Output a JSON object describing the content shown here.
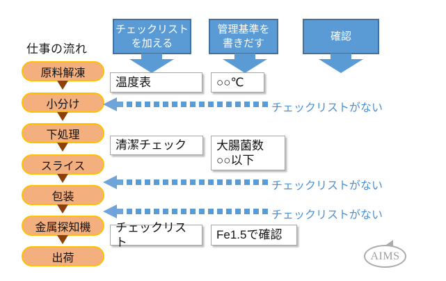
{
  "colors": {
    "callout_fill": "#5B9BD5",
    "callout_border": "#41719C",
    "pill_fill": "#F3AF7E",
    "pill_border": "#FFC000",
    "connector_arrow": "#8C4108",
    "dashed_arrow": "#5B9BD5",
    "dashed_arrow_head": "#6FA4DA",
    "missing_label_text": "#4A90D6",
    "note_border": "#A6A6A6",
    "logo_gray": "#ABABAB"
  },
  "flow": {
    "title": "仕事の流れ",
    "steps": [
      {
        "label": "原料解凍"
      },
      {
        "label": "小分け"
      },
      {
        "label": "下処理"
      },
      {
        "label": "スライス"
      },
      {
        "label": "包装"
      },
      {
        "label": "金属探知機"
      },
      {
        "label": "出荷"
      }
    ]
  },
  "callouts": [
    {
      "label": "チェックリスト\nを加える"
    },
    {
      "label": "管理基準を\n書きだす"
    },
    {
      "label": "確認"
    }
  ],
  "notes": [
    {
      "label": "温度表"
    },
    {
      "label": "○○℃"
    },
    {
      "label": "清潔チェック"
    },
    {
      "label": "大腸菌数\n○○以下"
    },
    {
      "label": "チェックリスト"
    },
    {
      "label": "Fe1.5で確認"
    }
  ],
  "missing": [
    {
      "label": "チェックリストがない"
    },
    {
      "label": "チェックリストがない"
    },
    {
      "label": "チェックリストがない"
    }
  ],
  "logo": {
    "text": "AIMS"
  }
}
